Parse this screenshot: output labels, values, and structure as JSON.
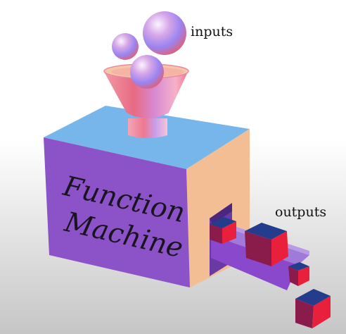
{
  "labels": {
    "inputs": "inputs",
    "outputs": "outputs",
    "machine_line1": "Function",
    "machine_line2": "Machine"
  },
  "colors": {
    "background_top": "#ffffff",
    "background_bottom": "#c9c9c9",
    "box_top": "#76b6ea",
    "box_front": "#8c52c8",
    "box_side": "#f3be94",
    "funnel": "#f08298",
    "sphere": "#9a8cf0",
    "cube_front": "#8a1c4c",
    "cube_top": "#243c8c",
    "cube_side": "#e8203c",
    "chute": "#8c4ed0"
  }
}
